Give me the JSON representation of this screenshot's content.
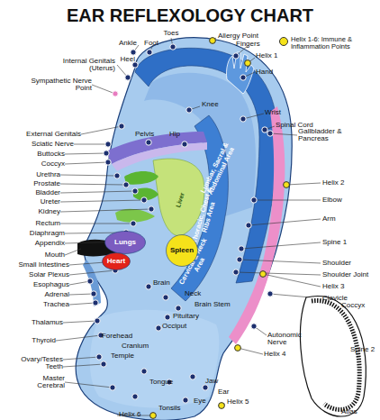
{
  "diagram": {
    "title": "EAR REFLEXOLOGY CHART",
    "nodes": [
      {
        "text": [
          "Lungs"
        ]
      },
      {
        "text": [
          "Spleen"
        ]
      },
      {
        "text": [
          "Heart"
        ]
      }
    ],
    "labels": [
      "Toes",
      "Allergy Point",
      "Fingers",
      "Ankle",
      "Foot",
      "Helix 1",
      "Heel",
      "Hand",
      "Internal Genitals (Uterus)",
      "Sympathetic Nerve Point",
      "Knee",
      "Wrist",
      "Spinal Cord",
      "External Genitals",
      "Sciatic Nerve",
      "Buttocks",
      "Coccyx",
      "Pelvis",
      "Hip",
      "Gallbladder & Pancreas",
      "Urethra",
      "Prostate",
      "Bladder",
      "Ureter",
      "Kidney",
      "Helix 2",
      "Elbow",
      "Rectum",
      "Diaphragm",
      "Appendix",
      "Arm",
      "Mouth",
      "Small Intestines",
      "Solar Plexus",
      "Esophagus",
      "Adrenal",
      "Trachea",
      "Spine 1",
      "Shoulder",
      "Shoulder Joint",
      "Helix 3",
      "Clavicle",
      "Thalamus",
      "Thyroid",
      "Ovary/Testes",
      "Autonomic Nerve",
      "Helix 4",
      "Teeth",
      "Master Cerebral",
      "Tongue",
      "Jaw",
      "Ear",
      "Eye",
      "Tonsils",
      "Helix 5",
      "Helix 6",
      "Brain",
      "Neck",
      "Brain Stem",
      "Pituitary",
      "Occiput",
      "Forehead",
      "Cranium",
      "Temple",
      "Coccyx",
      "Spine 2",
      "Atlas",
      "Lumbar, Sacral & Abdominal Area",
      "Thoracic, Chest & Ribs Area",
      "Cervical & Neck Area",
      "Liver"
    ],
    "legend": [
      {
        "text": "Helix 1-6: Immune & Inflammation Points",
        "color": "#f5e21a"
      }
    ]
  }
}
